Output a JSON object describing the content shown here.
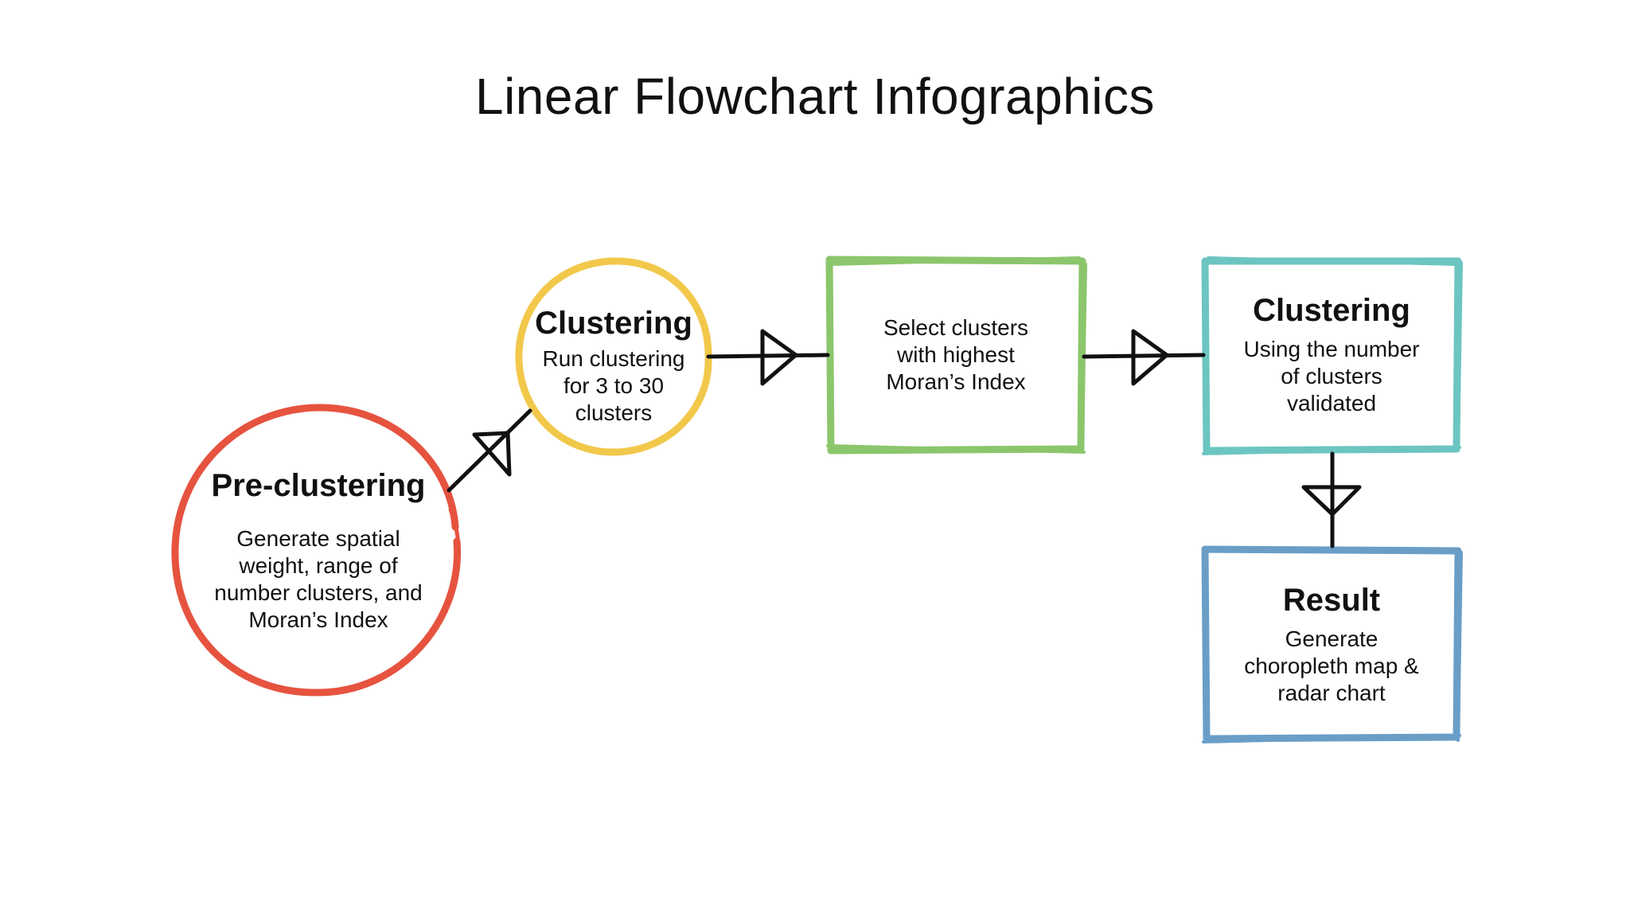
{
  "title": "Linear Flowchart Infographics",
  "colors": {
    "pre_clustering": "#e6533f",
    "clustering_run": "#f2c84b",
    "select": "#8bc66c",
    "clustering_validated": "#6cc5c1",
    "result": "#6a9ec7",
    "connector": "#111111"
  },
  "nodes": {
    "pre_clustering": {
      "heading": "Pre-clustering",
      "body": "Generate spatial\nweight, range of\nnumber clusters, and\nMoran’s Index"
    },
    "clustering_run": {
      "heading": "Clustering",
      "body": "Run clustering\nfor 3 to 30\nclusters"
    },
    "select": {
      "heading": "",
      "body": "Select clusters\nwith highest\nMoran’s Index"
    },
    "clustering_validated": {
      "heading": "Clustering",
      "body": "Using the number\nof clusters\nvalidated"
    },
    "result": {
      "heading": "Result",
      "body": "Generate\nchoropleth map &\nradar chart"
    }
  }
}
